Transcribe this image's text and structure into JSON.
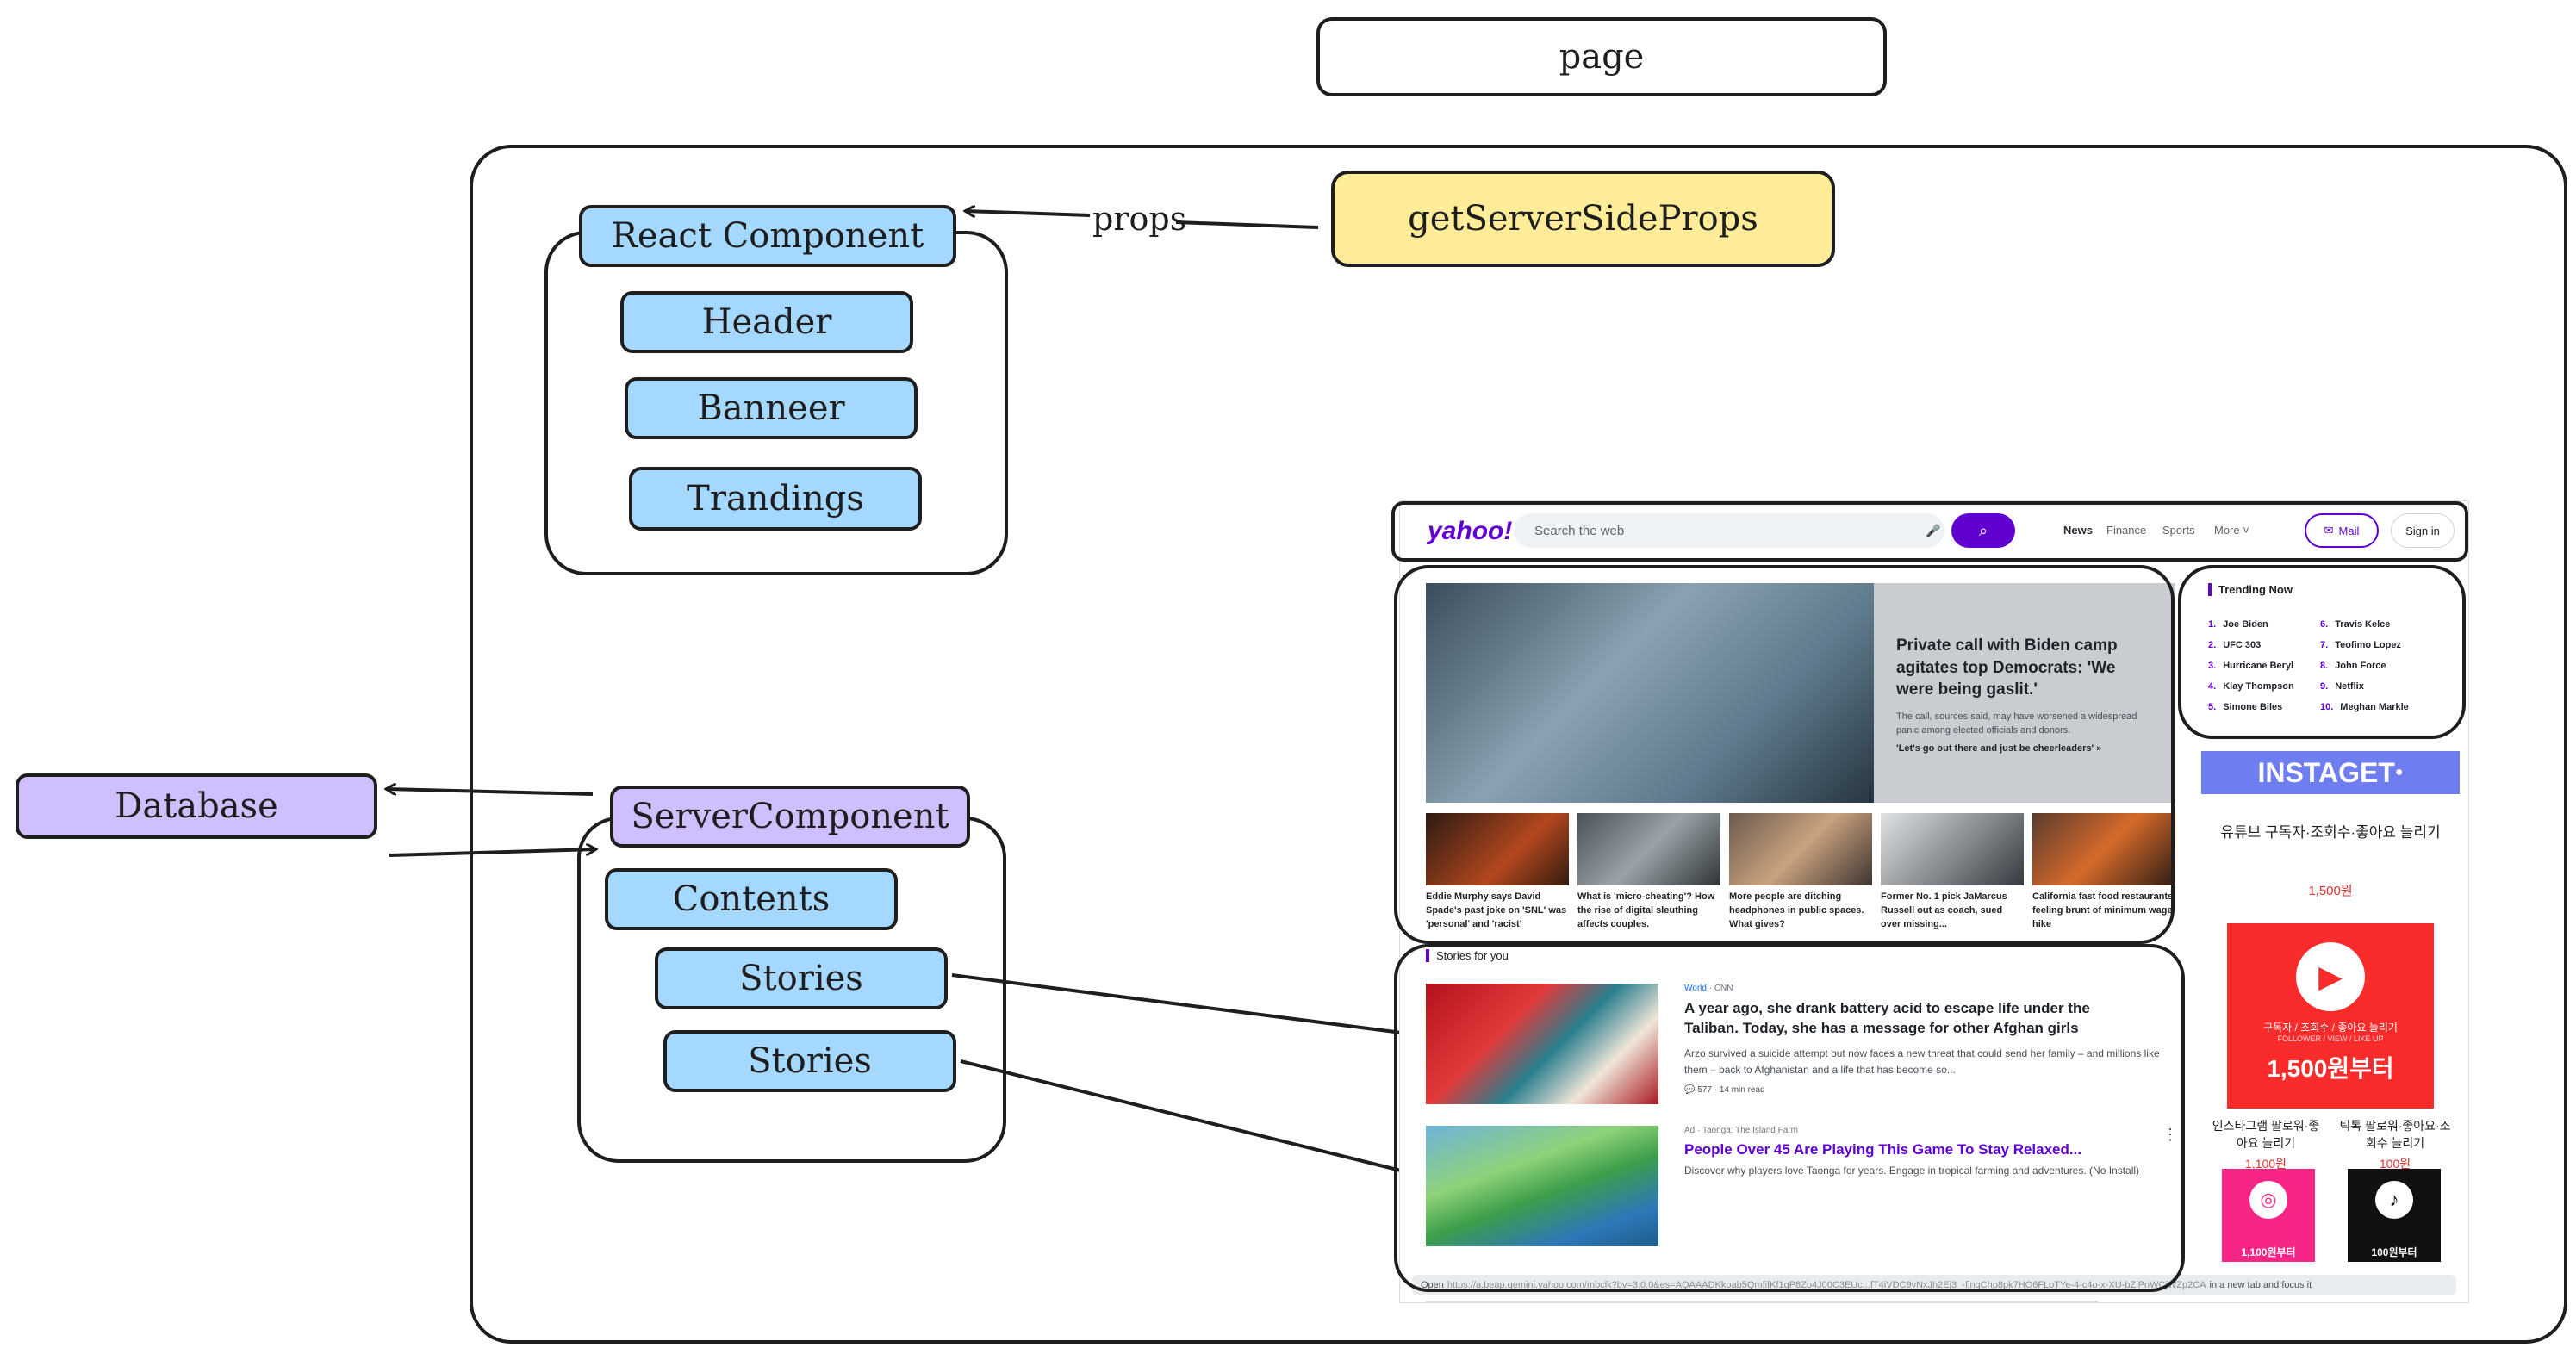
{
  "diagram": {
    "page_label": "page",
    "props_label": "props",
    "get_server_side_props": "getServerSideProps",
    "react_component": "React Component",
    "react_children": [
      "Header",
      "Banneer",
      "Trandings"
    ],
    "database": "Database",
    "server_component": "ServerComponent",
    "server_children": [
      "Contents",
      "Stories",
      "Stories"
    ],
    "colors": {
      "blue": "#a5d8ff",
      "purple": "#d0bfff",
      "yellow": "#ffec99",
      "stroke": "#1e1e1e"
    }
  },
  "yahoo": {
    "logo": "yahoo!",
    "search_placeholder": "Search the web",
    "nav": [
      "News",
      "Finance",
      "Sports",
      "More"
    ],
    "mail": "Mail",
    "sign_in": "Sign in",
    "hero": {
      "title": "Private call with Biden camp agitates top Democrats: 'We were being gaslit.'",
      "summary": "The call, sources said, may have worsened a widespread panic among elected officials and donors.",
      "link": "'Let's go out there and just be cheerleaders' »"
    },
    "mini_stories": [
      "Eddie Murphy says David Spade's past joke on 'SNL' was 'personal' and 'racist'",
      "What is 'micro-cheating'? How the rise of digital sleuthing affects couples.",
      "More people are ditching headphones in public spaces. What gives?",
      "Former No. 1 pick JaMarcus Russell out as coach, sued over missing...",
      "California fast food restaurants feeling brunt of minimum wage hike"
    ],
    "trending": {
      "title": "Trending Now",
      "left": [
        "Joe Biden",
        "UFC 303",
        "Hurricane Beryl",
        "Klay Thompson",
        "Simone Biles"
      ],
      "right": [
        "Travis Kelce",
        "Teofimo Lopez",
        "John Force",
        "Netflix",
        "Meghan Markle"
      ]
    },
    "ad": {
      "brand": "INSTAGET",
      "headline": "유튜브 구독자·조회수·좋아요 늘리기",
      "price_main": "1,500원",
      "red_text": "구독자 / 조회수 / 좋아요 늘리기",
      "red_sub": "FOLLOWER / VIEW / LIKE UP",
      "red_price": "1,500원부터",
      "col_left": "인스타그램 팔로워·좋아요 늘리기",
      "col_left_price": "1,100원",
      "col_right": "틱톡 팔로워·좋아요·조회수 늘리기",
      "col_right_price": "100원",
      "sq_left_price": "1,100원부터",
      "sq_right_price": "100원부터"
    },
    "stories_header": "Stories for you",
    "story1": {
      "category": "World",
      "source": "CNN",
      "title": "A year ago, she drank battery acid to escape life under the Taliban. Today, she has a message for other Afghan girls",
      "desc": "Arzo survived a suicide attempt but now faces a new threat that could send her family – and millions like them – back to Afghanistan and a life that has become so...",
      "comments": "577",
      "read": "14 min read"
    },
    "story2": {
      "ad_label": "Ad",
      "source": "Taonga: The Island Farm",
      "title": "People Over 45 Are Playing This Game To Stay Relaxed...",
      "desc": "Discover why players love Taonga for years. Engage in tropical farming and adventures. (No Install)"
    },
    "status": {
      "open": "Open",
      "url": "https://a.beap.gemini.yahoo.com/mbclk?bv=3.0.0&es=AQAAADKkoab5QmfifKf1gP8Zo4J00C3EUc...fT4iVDC9vNxJh2Ej3_-fjnqChp8pk7HO6FLoTYe-4-c4o-x-XU-bZiPnWCjWZp2CA",
      "suffix": "in a new tab and focus it"
    }
  }
}
